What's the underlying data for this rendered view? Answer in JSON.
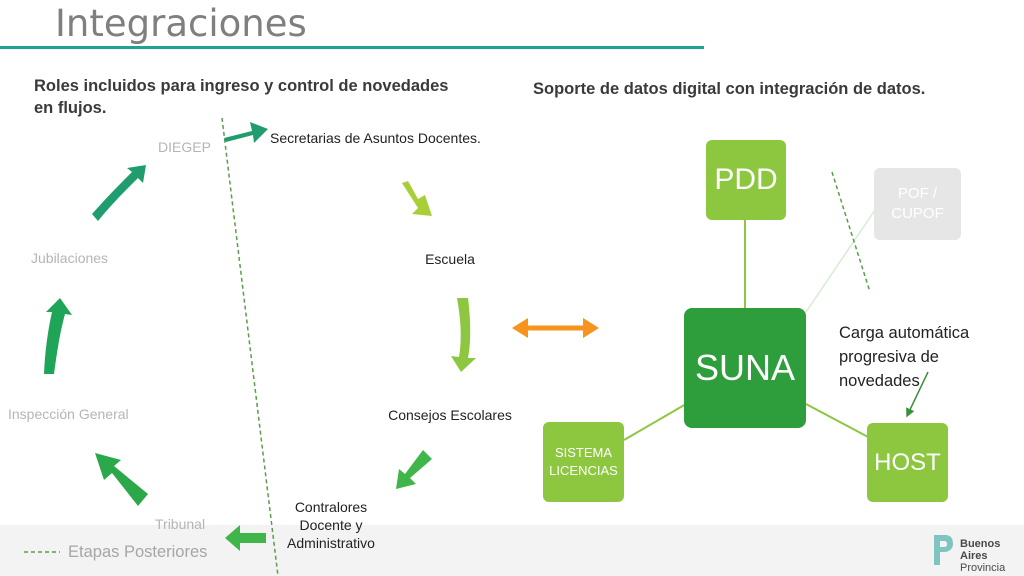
{
  "title": "Integraciones",
  "left_heading": "Roles incluidos para ingreso y control de novedades en flujos.",
  "right_heading": "Soporte de datos digital con integración de datos.",
  "cycle": {
    "secretarias": "Secretarias de Asuntos Docentes.",
    "escuela": "Escuela",
    "consejos": "Consejos Escolares",
    "contralores": "Contralores Docente y Administrativo",
    "tribunal": "Tribunal",
    "inspeccion": "Inspección General",
    "jubilaciones": "Jubilaciones",
    "diegep": "DIEGEP"
  },
  "legend": "Etapas Posteriores",
  "systems": {
    "suna": "SUNA",
    "pdd": "PDD",
    "pof": "POF / CUPOF",
    "host": "HOST",
    "licencias": "SISTEMA LICENCIAS"
  },
  "note": "Carga automática progresiva de novedades",
  "logo": {
    "line1": "Buenos Aires",
    "line2": "Provincia"
  },
  "colors": {
    "accent_rule": "#1fa58d",
    "suna": "#2e9e3c",
    "light_green": "#8dc63f",
    "grey_box": "#e6e6e6",
    "orange_arrow": "#f7941d"
  }
}
